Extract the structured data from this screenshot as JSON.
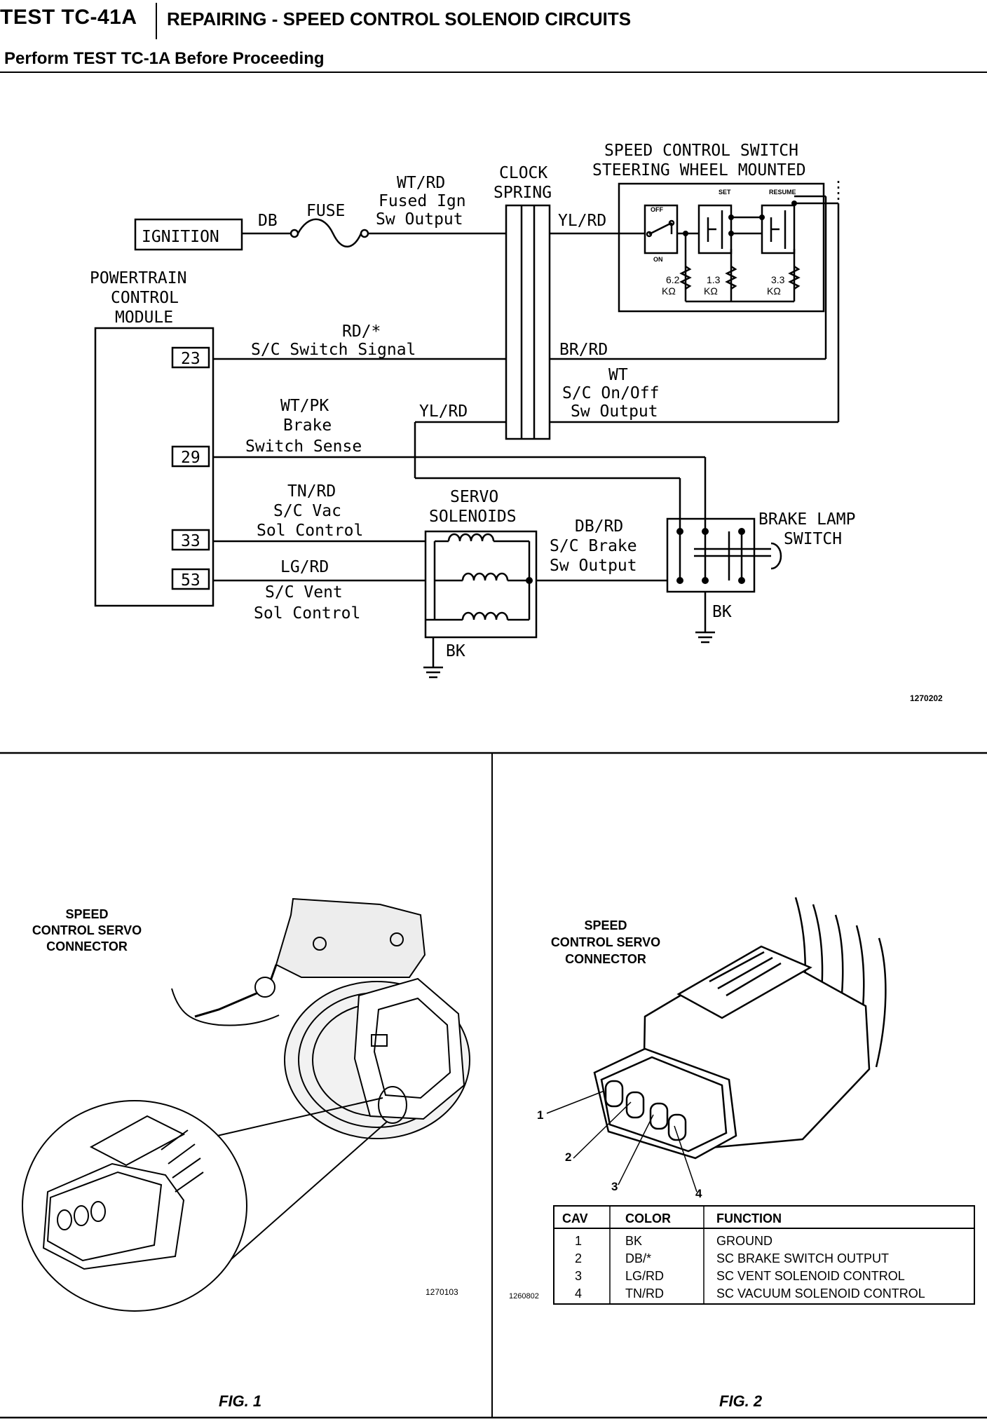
{
  "header": {
    "test_id": "TEST TC-41A",
    "title": "REPAIRING - SPEED CONTROL SOLENOID CIRCUITS",
    "subtitle": "Perform TEST TC-1A Before Proceeding"
  },
  "wiring": {
    "ignition": "IGNITION",
    "db": "DB",
    "fuse": "FUSE",
    "fused_ign_1": "WT/RD",
    "fused_ign_2": "Fused Ign",
    "fused_ign_3": "Sw Output",
    "clock_spring_1": "CLOCK",
    "clock_spring_2": "SPRING",
    "yl_rd_top": "YL/RD",
    "switch_title_1": "SPEED CONTROL SWITCH",
    "switch_title_2": "STEERING WHEEL MOUNTED",
    "sw_off": "OFF",
    "sw_on": "ON",
    "sw_set": "SET",
    "sw_resume": "RESUME",
    "r1_value": "6.2",
    "r2_value": "1.3",
    "r3_value": "3.3",
    "r_unit": "KΩ",
    "pcm_1": "POWERTRAIN",
    "pcm_2": "CONTROL",
    "pcm_3": "MODULE",
    "pin_23": "23",
    "pin_29": "29",
    "pin_33": "33",
    "pin_53": "53",
    "rd_star": "RD/*",
    "sc_switch_signal": "S/C Switch Signal",
    "br_rd": "BR/RD",
    "wt": "WT",
    "sc_onoff_1": "S/C On/Off",
    "sc_onoff_2": "Sw Output",
    "wt_pk": "WT/PK",
    "brake_sense_1": "Brake",
    "brake_sense_2": "Switch Sense",
    "yl_rd_mid": "YL/RD",
    "tn_rd": "TN/RD",
    "sc_vac_1": "S/C Vac",
    "sc_vac_2": "Sol Control",
    "servo_1": "SERVO",
    "servo_2": "SOLENOIDS",
    "lg_rd": "LG/RD",
    "sc_vent_1": "S/C Vent",
    "sc_vent_2": "Sol Control",
    "db_rd": "DB/RD",
    "sc_brake_1": "S/C Brake",
    "sc_brake_2": "Sw Output",
    "brake_lamp_1": "BRAKE LAMP",
    "brake_lamp_2": "SWITCH",
    "bk_servo": "BK",
    "bk_brake": "BK",
    "fig_code": "1270202"
  },
  "fig1": {
    "label_1": "SPEED",
    "label_2": "CONTROL SERVO",
    "label_3": "CONNECTOR",
    "code": "1270103",
    "caption": "FIG. 1"
  },
  "fig2": {
    "label_1": "SPEED",
    "label_2": "CONTROL SERVO",
    "label_3": "CONNECTOR",
    "pin_1": "1",
    "pin_2": "2",
    "pin_3": "3",
    "pin_4": "4",
    "code": "1260802",
    "caption": "FIG. 2",
    "table": {
      "headers": [
        "CAV",
        "COLOR",
        "FUNCTION"
      ],
      "rows": [
        [
          "1",
          "BK",
          "GROUND"
        ],
        [
          "2",
          "DB/*",
          "SC BRAKE SWITCH OUTPUT"
        ],
        [
          "3",
          "LG/RD",
          "SC VENT SOLENOID CONTROL"
        ],
        [
          "4",
          "TN/RD",
          "SC VACUUM SOLENOID CONTROL"
        ]
      ]
    }
  }
}
